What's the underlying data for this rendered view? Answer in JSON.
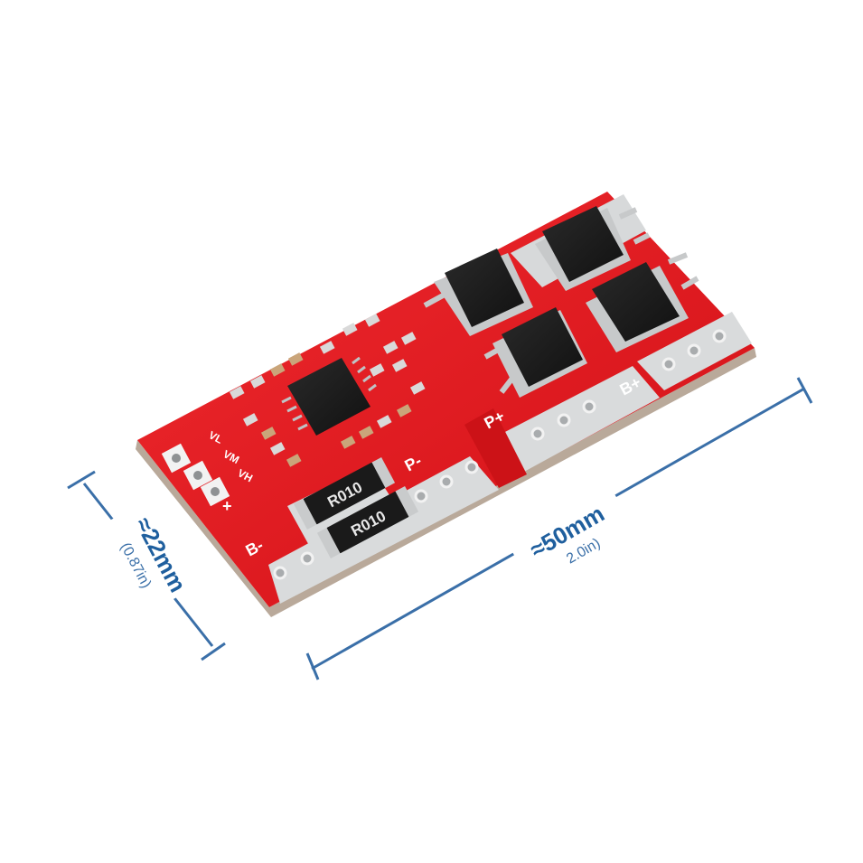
{
  "dimensions": {
    "width": {
      "label": "≈50mm",
      "sub": "2.0in)"
    },
    "height": {
      "label": "≈22mm",
      "sub": "(0.87in)"
    }
  },
  "board": {
    "silkscreen": {
      "vl": "VL",
      "vm": "VM",
      "vh": "VH",
      "plus": "+",
      "b_minus": "B-",
      "p_minus": "P-",
      "p_plus": "P+",
      "b_plus": "B+"
    },
    "resistors": [
      "R010",
      "R010"
    ]
  },
  "colors": {
    "pcb": "#e0151b",
    "dimension_line": "#3a6fa8",
    "mosfet": "#1b1b1b",
    "pad": "#d9dbdc"
  }
}
